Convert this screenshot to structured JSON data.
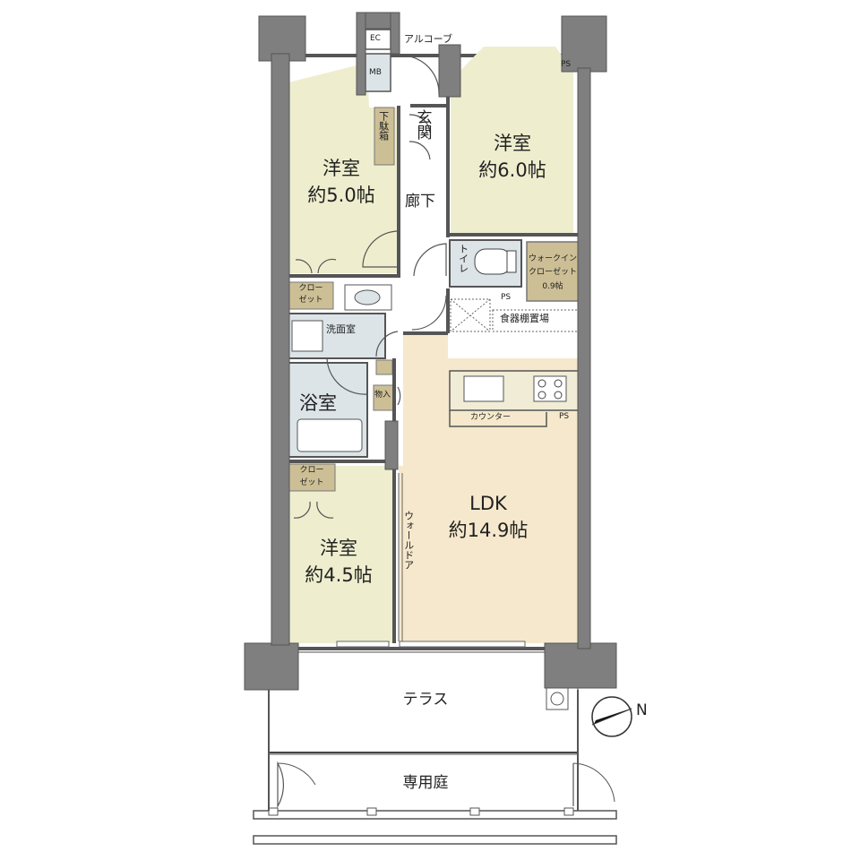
{
  "colors": {
    "room_bed": "#eeeecf",
    "room_ldk": "#f5e8cc",
    "wet_area": "#dce4e8",
    "storage": "#cdbf95",
    "wall": "#7f7f7f",
    "outdoor": "#ffffff"
  },
  "plan": {
    "ec": "EC",
    "mb": "MB",
    "alcove": "アルコーブ",
    "ps": "PS",
    "genkan": "玄関",
    "geta_bako": "下駄箱",
    "rouka": "廊下",
    "toilet": "トイレ",
    "rooms": {
      "western_1": {
        "name": "洋室",
        "size": "約5.0帖"
      },
      "western_2": {
        "name": "洋室",
        "size": "約6.0帖"
      },
      "western_3": {
        "name": "洋室",
        "size": "約4.5帖"
      },
      "ldk": {
        "name": "LDK",
        "size": "約14.9帖"
      }
    },
    "wic": {
      "line1": "ウォークイン",
      "line2": "クローゼット",
      "size": "0.9帖"
    },
    "closet": {
      "line1": "クロー",
      "line2": "ゼット"
    },
    "shokki": "食器棚置場",
    "washroom": "洗面室",
    "bath": "浴室",
    "monoire": "物入",
    "counter": "カウンター",
    "walldoor": "ウォールドア",
    "terrace": "テラス",
    "garden": "専用庭",
    "north": "N"
  }
}
